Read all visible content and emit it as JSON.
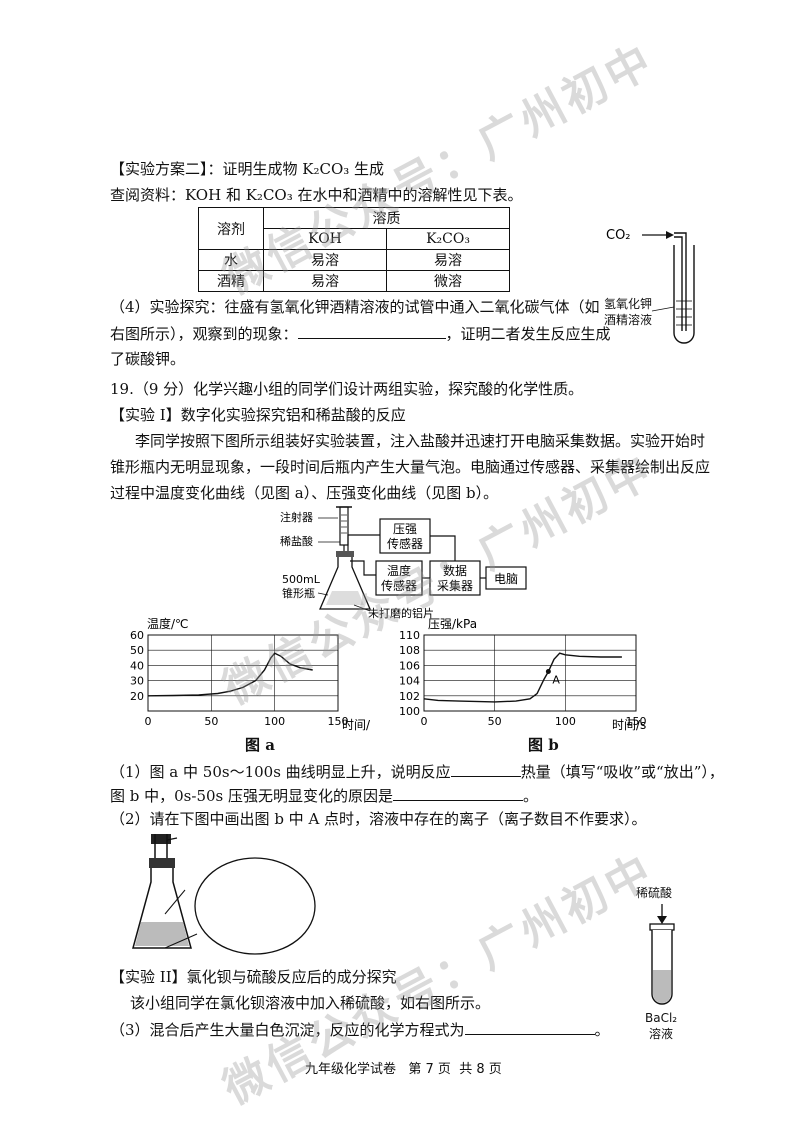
{
  "sec_plan2": {
    "title": "【实验方案二】：证明生成物 K₂CO₃ 生成"
  },
  "reference": {
    "text": "查阅资料：KOH 和 K₂CO₃ 在水中和酒精中的溶解性见下表。"
  },
  "solubility_table": {
    "solvent_header": "溶剂",
    "solute_header": "溶质",
    "columns": [
      "KOH",
      "K₂CO₃"
    ],
    "rows": [
      {
        "solvent": "水",
        "koh": "易溶",
        "k2co3": "易溶"
      },
      {
        "solvent": "酒精",
        "koh": "易溶",
        "k2co3": "微溶"
      }
    ]
  },
  "tube_fig": {
    "gas_label": "CO₂",
    "liquid_label_1": "氢氧化钾",
    "liquid_label_2": "酒精溶液"
  },
  "q4": {
    "line1": "（4）实验探究：往盛有氢氧化钾酒精溶液的试管中通入二氧化碳气体（如",
    "line2a": "右图所示），观察到的现象：",
    "line2b": "，证明二者发生反应生成",
    "line3": "了碳酸钾。"
  },
  "q19": {
    "text": "19.（9 分）化学兴趣小组的同学们设计两组实验，探究酸的化学性质。"
  },
  "exp1": {
    "title": "【实验 I】数字化实验探究铝和稀盐酸的反应",
    "p1": "李同学按照下图所示组装好实验装置，注入盐酸并迅速打开电脑采集数据。实验开始时",
    "p2": "锥形瓶内无明显现象，一段时间后瓶内产生大量气泡。电脑通过传感器、采集器绘制出反应",
    "p3": "过程中温度变化曲线（见图 a）、压强变化曲线（见图 b）。"
  },
  "apparatus": {
    "syringe": "注射器",
    "dilute_hcl": "稀盐酸",
    "pressure_sensor_1": "压强",
    "pressure_sensor_2": "传感器",
    "temp_sensor_1": "温度",
    "temp_sensor_2": "传感器",
    "collector_1": "数据",
    "collector_2": "采集器",
    "computer": "电脑",
    "flask_1": "500mL",
    "flask_2": "锥形瓶",
    "foil": "未打磨的铝片"
  },
  "chart_data": [
    {
      "type": "line",
      "ylabel": "温度/℃",
      "xlabel": "时间/s",
      "caption": "图 a",
      "xlim": [
        0,
        150
      ],
      "ylim": [
        10,
        60
      ],
      "xticks": [
        "0",
        "50",
        "100",
        "150"
      ],
      "yticks": [
        "20",
        "30",
        "40",
        "50",
        "60"
      ],
      "grid": true,
      "x": [
        0,
        20,
        40,
        55,
        65,
        75,
        85,
        92,
        97,
        100,
        105,
        112,
        120,
        130
      ],
      "y": [
        20,
        20.2,
        20.6,
        21.5,
        23,
        25.5,
        30,
        37,
        45,
        48,
        46,
        41,
        38.5,
        37
      ]
    },
    {
      "type": "line",
      "ylabel": "压强/kPa",
      "xlabel": "时间/s",
      "caption": "图 b",
      "xlim": [
        0,
        150
      ],
      "ylim": [
        100,
        110
      ],
      "xticks": [
        "0",
        "50",
        "100",
        "150"
      ],
      "yticks": [
        "100",
        "102",
        "104",
        "106",
        "108",
        "110"
      ],
      "grid": true,
      "point_label": "A",
      "point": [
        88,
        105.2
      ],
      "x": [
        0,
        10,
        25,
        50,
        65,
        75,
        80,
        85,
        88,
        92,
        96,
        100,
        110,
        125,
        140
      ],
      "y": [
        101.6,
        101.4,
        101.3,
        101.2,
        101.3,
        101.6,
        102.3,
        104.2,
        105.2,
        106.8,
        107.6,
        107.4,
        107.2,
        107.1,
        107.1
      ]
    }
  ],
  "q1": {
    "line1a": "（1）图 a 中 50s～100s 曲线明显上升，说明反应",
    "line1b": "热量（填写“吸收”或“放出”），",
    "line2a": "图 b 中，0s-50s 压强无明显变化的原因是",
    "line2b": "。"
  },
  "q2": {
    "text": "（2）请在下图中画出图 b 中 A 点时，溶液中存在的离子（离子数目不作要求）。"
  },
  "exp2": {
    "title": "【实验 II】氯化钡与硫酸反应后的成分探究",
    "p1": "该小组同学在氯化钡溶液中加入稀硫酸，如右图所示。"
  },
  "q3": {
    "line_a": "（3）混合后产生大量白色沉淀，反应的化学方程式为",
    "line_b": "。"
  },
  "tube2": {
    "acid": "稀硫酸",
    "salt": "BaCl₂",
    "solution": "溶液"
  },
  "footer": {
    "text": "九年级化学试卷   第 7 页  共 8 页"
  },
  "watermark": {
    "text": "微信公众号：广州初中"
  }
}
